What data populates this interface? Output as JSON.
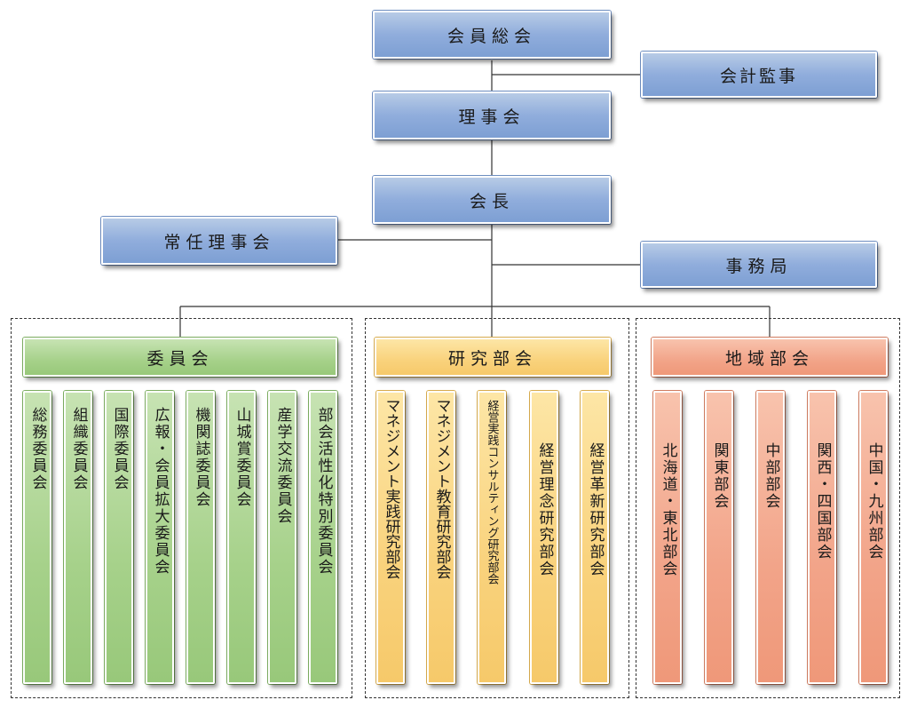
{
  "top": {
    "general_assembly": "会員総会",
    "auditor": "会計監事",
    "board": "理事会",
    "president": "会長",
    "standing_board": "常任理事会",
    "secretariat": "事務局"
  },
  "groups": [
    {
      "title": "委員会",
      "color": "#a6d18a",
      "items": [
        "総務委員会",
        "組織委員会",
        "国際委員会",
        "広報・会員拡大委員会",
        "機関誌委員会",
        "山城賞委員会",
        "産学交流委員会",
        "部会活性化特別委員会"
      ]
    },
    {
      "title": "研究部会",
      "color": "#f9d27c",
      "items": [
        "マネジメント実践研究部会",
        "マネジメント教育研究部会",
        "経営実践コンサルティング研究部会",
        "経営理念研究部会",
        "経営革新研究部会"
      ]
    },
    {
      "title": "地域部会",
      "color": "#f2a489",
      "items": [
        "北海道・東北部会",
        "関東部会",
        "中部部会",
        "関西・四国部会",
        "中国・九州部会"
      ]
    }
  ]
}
